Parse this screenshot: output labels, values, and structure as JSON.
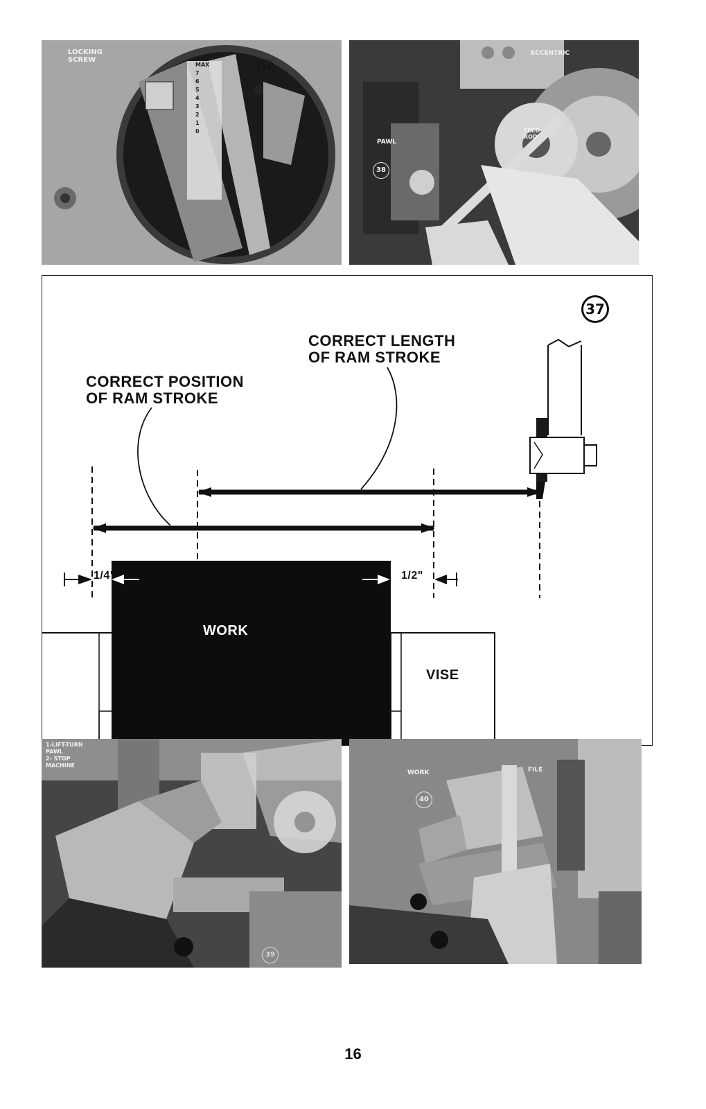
{
  "photos": {
    "fig36": {
      "number": "36",
      "label": "LOCKING\nSCREW",
      "scale": [
        "MAX",
        "7",
        "6",
        "5",
        "4",
        "3",
        "2",
        "1",
        "0"
      ]
    },
    "fig38": {
      "number": "38",
      "labels": {
        "eccentric": "ECCENTRIC",
        "pawl": "PAWL",
        "feed_rod": "FEED\nROD"
      }
    },
    "fig39": {
      "number": "39",
      "label": "1-LIFT-TURN\nPAWL\n2- STOP\nMACHINE"
    },
    "fig40": {
      "number": "40",
      "labels": {
        "work": "WORK",
        "file": "FILE"
      }
    }
  },
  "diagram": {
    "number": "37",
    "length_label": "CORRECT LENGTH\nOF RAM STROKE",
    "position_label": "CORRECT POSITION\nOF RAM STROKE",
    "clearance_left": "1/4\"",
    "clearance_right": "1/2\"",
    "work_label": "WORK",
    "vise_label": "VISE"
  },
  "page_number": "16"
}
